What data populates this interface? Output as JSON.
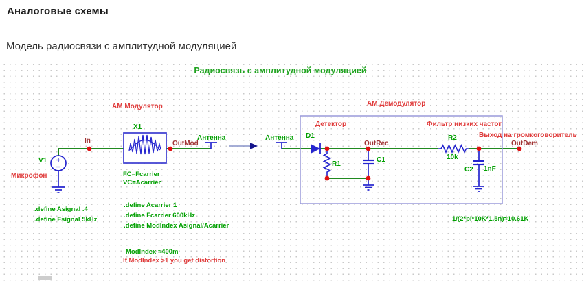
{
  "document": {
    "heading": "Аналоговые схемы",
    "subheading": "Модель радиосвязи с амплитудной модуляцией"
  },
  "schematic": {
    "title": "Радиосвязь с амплитудной модуляцией",
    "sections": {
      "am_modulator": "АМ Модулятор",
      "am_demodulator": "АМ Демодулятор",
      "detector": "Детектор",
      "low_pass_filter": "Фильтр низких частот",
      "speaker_output": "Выход на громкоговоритель",
      "microphone": "Микрофон",
      "antenna_tx": "Антенна",
      "antenna_rx": "Антенна"
    },
    "nodes": {
      "in": "In",
      "out_mod": "OutMod",
      "out_rec": "OutRec",
      "out_dem": "OutDem"
    },
    "components": {
      "v1": {
        "designator": "V1"
      },
      "x1": {
        "designator": "X1",
        "param_fc": "FC=Fcarrier",
        "param_vc": "VC=Acarrier"
      },
      "d1": {
        "designator": "D1"
      },
      "r1": {
        "designator": "R1"
      },
      "c1": {
        "designator": "C1"
      },
      "r2": {
        "designator": "R2",
        "value": "10k"
      },
      "c2": {
        "designator": "C2",
        "value": "1nF"
      }
    },
    "annotations": {
      "defines_left": [
        ".define Asignal .4",
        ".define Fsignal 5kHz"
      ],
      "defines_mid": [
        ".define Acarrier 1",
        ".define Fcarrier 600kHz",
        ".define ModIndex Asignal/Acarrier"
      ],
      "mod_index": "ModIndex ≈400m",
      "distortion_warning": "If ModIndex >1 you get distortion",
      "filter_cutoff": "1/(2*pi*10K*1.5n)≈10.61K"
    },
    "colors": {
      "wire": "#007a00",
      "component": "#2525cf",
      "annotation_green": "#00a000",
      "annotation_red": "#e03c3c",
      "node_label": "#a03434",
      "junction_dot": "#e01010",
      "title_green": "#1fa31f",
      "demod_box": "#9a9ada"
    }
  }
}
